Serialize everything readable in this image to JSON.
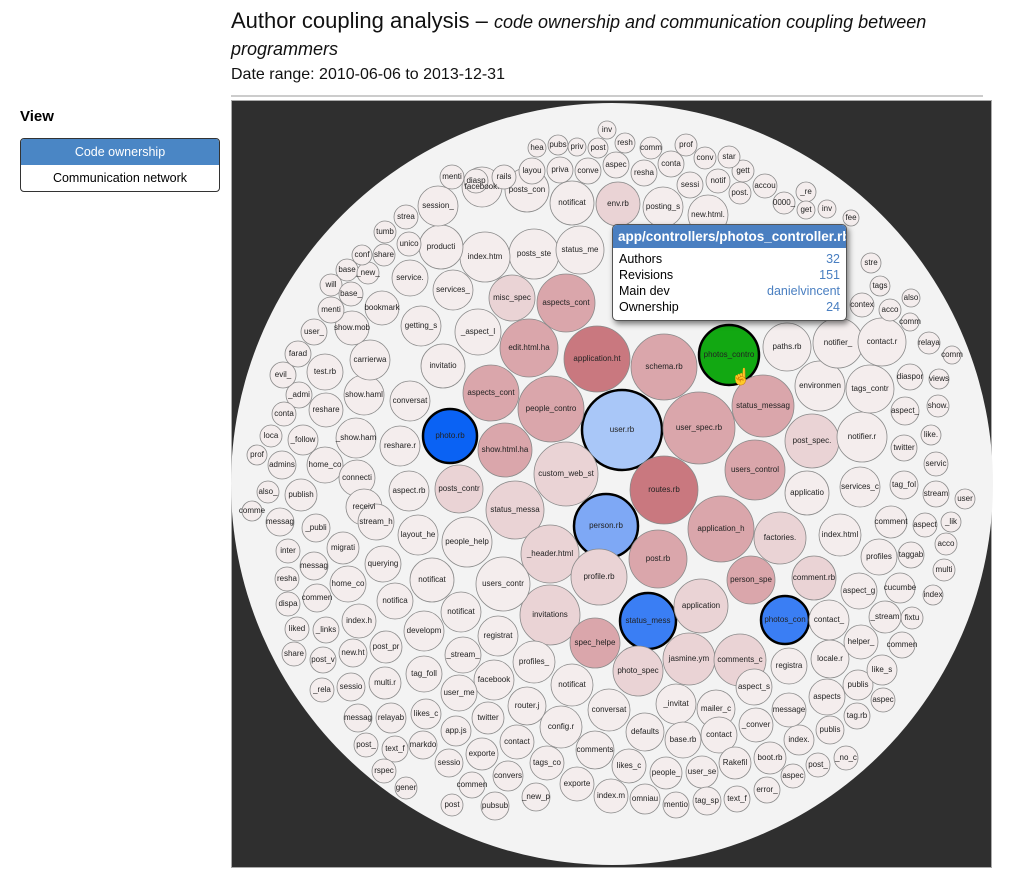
{
  "header": {
    "title": "Author coupling analysis –",
    "subtitle": "code ownership and communication coupling between programmers",
    "date_range": "Date range: 2010-06-06 to 2013-12-31"
  },
  "sidebar": {
    "heading": "View",
    "options": [
      "Code ownership",
      "Communication network"
    ],
    "selected": "Code ownership"
  },
  "tooltip": {
    "file": "app/controllers/photos_controller.rb",
    "rows": [
      {
        "label": "Authors",
        "value": "32"
      },
      {
        "label": "Revisions",
        "value": "151"
      },
      {
        "label": "Main dev",
        "value": "danielvincent"
      },
      {
        "label": "Ownership",
        "value": "24"
      }
    ]
  },
  "colors": {
    "level0": "#f4eded",
    "level1": "#ead3d5",
    "level2": "#daa6ab",
    "level3": "#c9787f",
    "highlight_light": "#a9c7f8",
    "highlight_mid": "#7ea8f5",
    "highlight_strong": "#3a7ef4",
    "highlight_dark": "#0a62f4",
    "selected": "#12a812",
    "tooltip_header": "#4a7fc1"
  },
  "files": [
    {
      "name": "user.rb",
      "level": "highlight_light"
    },
    {
      "name": "custom_web_st",
      "level": 1
    },
    {
      "name": "routes.rb",
      "level": 3
    },
    {
      "name": "user_spec.rb",
      "level": 2
    },
    {
      "name": "people_contro",
      "level": 2
    },
    {
      "name": "application.ht",
      "level": 3
    },
    {
      "name": "schema.rb",
      "level": 2
    },
    {
      "name": "photos_contro",
      "level": "selected"
    },
    {
      "name": "aspects_cont",
      "level": 2
    },
    {
      "name": "person.rb",
      "level": "highlight_mid"
    },
    {
      "name": "post.rb",
      "level": 2
    },
    {
      "name": "application_h",
      "level": 2
    },
    {
      "name": "status_messa",
      "level": 1
    },
    {
      "name": "_header.html",
      "level": 1
    },
    {
      "name": "profile.rb",
      "level": 1
    },
    {
      "name": "status_mess",
      "level": "highlight_strong"
    },
    {
      "name": "application",
      "level": 1
    },
    {
      "name": "photos_con",
      "level": "highlight_strong"
    },
    {
      "name": "invitations",
      "level": 1
    },
    {
      "name": "spec_helpe",
      "level": 2
    },
    {
      "name": "photo_spec",
      "level": 1
    },
    {
      "name": "jasmine.ym",
      "level": 1
    },
    {
      "name": "comments_c",
      "level": 1
    },
    {
      "name": "person_spe",
      "level": 2
    },
    {
      "name": "factories.",
      "level": 1
    },
    {
      "name": "users_control",
      "level": 2
    },
    {
      "name": "status_messag",
      "level": 2
    },
    {
      "name": "environmen",
      "level": 0
    },
    {
      "name": "post_spec.",
      "level": 1
    },
    {
      "name": "notifier.r",
      "level": 0
    },
    {
      "name": "tags_contr",
      "level": 0
    },
    {
      "name": "paths.rb",
      "level": 0
    },
    {
      "name": "notifier_",
      "level": 0
    },
    {
      "name": "contact.r",
      "level": 0
    },
    {
      "name": "show.html.ha",
      "level": 2
    },
    {
      "name": "photo.rb",
      "level": "highlight_dark"
    },
    {
      "name": "edit.html.ha",
      "level": 2
    },
    {
      "name": "aspects_cont",
      "level": 2
    },
    {
      "name": "misc_spec",
      "level": 1
    },
    {
      "name": "_aspect_l",
      "level": 0
    },
    {
      "name": "posts_ste",
      "level": 0
    },
    {
      "name": "status_me",
      "level": 0
    },
    {
      "name": "index.htm",
      "level": 0
    },
    {
      "name": "producti",
      "level": 0
    },
    {
      "name": "session_",
      "level": 0
    },
    {
      "name": "facebook.",
      "level": 0
    },
    {
      "name": "posts_con",
      "level": 0
    },
    {
      "name": "notificat",
      "level": 0
    },
    {
      "name": "env.rb",
      "level": 1
    },
    {
      "name": "posting_s",
      "level": 0
    },
    {
      "name": "new.html.",
      "level": 0
    },
    {
      "name": "invitatio",
      "level": 0
    },
    {
      "name": "getting_s",
      "level": 0
    },
    {
      "name": "conversat",
      "level": 0
    },
    {
      "name": "reshare.r",
      "level": 0
    },
    {
      "name": "show.haml",
      "level": 0
    },
    {
      "name": "carrierwa",
      "level": 0
    },
    {
      "name": "_show.ham",
      "level": 0
    },
    {
      "name": "show.mob",
      "level": 0
    },
    {
      "name": "bookmark",
      "level": 0
    },
    {
      "name": "service.",
      "level": 0
    },
    {
      "name": "services_",
      "level": 0
    },
    {
      "name": "test.rb",
      "level": 0
    },
    {
      "name": "_admi",
      "level": 0
    },
    {
      "name": "evil_",
      "level": 0
    },
    {
      "name": "farad",
      "level": 0
    },
    {
      "name": "user_",
      "level": 0
    },
    {
      "name": "menti",
      "level": 0
    },
    {
      "name": "will",
      "level": 0
    },
    {
      "name": "base",
      "level": 0
    },
    {
      "name": "base_",
      "level": 0
    },
    {
      "name": "_new_",
      "level": 0
    },
    {
      "name": "conf",
      "level": 0
    },
    {
      "name": "share",
      "level": 0
    },
    {
      "name": "unico",
      "level": 0
    },
    {
      "name": "tumb",
      "level": 0
    },
    {
      "name": "strea",
      "level": 0
    },
    {
      "name": "menti",
      "level": 0
    },
    {
      "name": "diasp",
      "level": 0
    },
    {
      "name": "rails",
      "level": 0
    },
    {
      "name": "layou",
      "level": 0
    },
    {
      "name": "priva",
      "level": 0
    },
    {
      "name": "conve",
      "level": 0
    },
    {
      "name": "aspec",
      "level": 0
    },
    {
      "name": "resha",
      "level": 0
    },
    {
      "name": "conta",
      "level": 0
    },
    {
      "name": "sessi",
      "level": 0
    },
    {
      "name": "notif",
      "level": 0
    },
    {
      "name": "gett",
      "level": 0
    },
    {
      "name": "accou",
      "level": 0
    },
    {
      "name": "post.",
      "level": 0
    },
    {
      "name": "_re",
      "level": 0
    },
    {
      "name": "0000_",
      "level": 0
    },
    {
      "name": "get",
      "level": 0
    },
    {
      "name": "inv",
      "level": 0
    },
    {
      "name": "fee",
      "level": 0
    },
    {
      "name": "hea",
      "level": 0
    },
    {
      "name": "pubs",
      "level": 0
    },
    {
      "name": "priv",
      "level": 0
    },
    {
      "name": "post",
      "level": 0
    },
    {
      "name": "inv",
      "level": 0
    },
    {
      "name": "resh",
      "level": 0
    },
    {
      "name": "comm",
      "level": 0
    },
    {
      "name": "prof",
      "level": 0
    },
    {
      "name": "conv",
      "level": 0
    },
    {
      "name": "star",
      "level": 0
    },
    {
      "name": "reshare",
      "level": 0
    },
    {
      "name": "conta",
      "level": 0
    },
    {
      "name": "loca",
      "level": 0
    },
    {
      "name": "_follow",
      "level": 0
    },
    {
      "name": "prof",
      "level": 0
    },
    {
      "name": "admins",
      "level": 0
    },
    {
      "name": "home_co",
      "level": 0
    },
    {
      "name": "connecti",
      "level": 0
    },
    {
      "name": "aspect.rb",
      "level": 0
    },
    {
      "name": "posts_contr",
      "level": 1
    },
    {
      "name": "also_",
      "level": 0
    },
    {
      "name": "publish",
      "level": 0
    },
    {
      "name": "receivi",
      "level": 0
    },
    {
      "name": "comme",
      "level": 0
    },
    {
      "name": "messag",
      "level": 0
    },
    {
      "name": "stream_h",
      "level": 0
    },
    {
      "name": "layout_he",
      "level": 0
    },
    {
      "name": "people_help",
      "level": 0
    },
    {
      "name": "_publi",
      "level": 0
    },
    {
      "name": "inter",
      "level": 0
    },
    {
      "name": "migrati",
      "level": 0
    },
    {
      "name": "querying",
      "level": 0
    },
    {
      "name": "messag",
      "level": 0
    },
    {
      "name": "notificat",
      "level": 0
    },
    {
      "name": "users_contr",
      "level": 0
    },
    {
      "name": "resha",
      "level": 0
    },
    {
      "name": "home_co",
      "level": 0
    },
    {
      "name": "dispa",
      "level": 0
    },
    {
      "name": "commen",
      "level": 0
    },
    {
      "name": "notifica",
      "level": 0
    },
    {
      "name": "notificat",
      "level": 0
    },
    {
      "name": "index.h",
      "level": 0
    },
    {
      "name": "developm",
      "level": 0
    },
    {
      "name": "registrat",
      "level": 0
    },
    {
      "name": "liked",
      "level": 0
    },
    {
      "name": "_links",
      "level": 0
    },
    {
      "name": "profiles_",
      "level": 0
    },
    {
      "name": "_stream_",
      "level": 0
    },
    {
      "name": "post_pr",
      "level": 0
    },
    {
      "name": "new.ht",
      "level": 0
    },
    {
      "name": "share",
      "level": 0
    },
    {
      "name": "post_v",
      "level": 0
    },
    {
      "name": "tag_foll",
      "level": 0
    },
    {
      "name": "facebook",
      "level": 0
    },
    {
      "name": "multi.r",
      "level": 0
    },
    {
      "name": "_rela",
      "level": 0
    },
    {
      "name": "sessio",
      "level": 0
    },
    {
      "name": "user_me",
      "level": 0
    },
    {
      "name": "notificat",
      "level": 0
    },
    {
      "name": "router.j",
      "level": 0
    },
    {
      "name": "conversat",
      "level": 0
    },
    {
      "name": "_invitat",
      "level": 0
    },
    {
      "name": "mailer_c",
      "level": 0
    },
    {
      "name": "messag",
      "level": 0
    },
    {
      "name": "relayab",
      "level": 0
    },
    {
      "name": "likes_c",
      "level": 0
    },
    {
      "name": "twitter",
      "level": 0
    },
    {
      "name": "app.js",
      "level": 0
    },
    {
      "name": "config.r",
      "level": 0
    },
    {
      "name": "defaults",
      "level": 0
    },
    {
      "name": "base.rb",
      "level": 0
    },
    {
      "name": "contact",
      "level": 0
    },
    {
      "name": "_conver",
      "level": 0
    },
    {
      "name": "post_",
      "level": 0
    },
    {
      "name": "text_f",
      "level": 0
    },
    {
      "name": "markdo",
      "level": 0
    },
    {
      "name": "contact",
      "level": 0
    },
    {
      "name": "comments",
      "level": 0
    },
    {
      "name": "sessio",
      "level": 0
    },
    {
      "name": "exporte",
      "level": 0
    },
    {
      "name": "rspec",
      "level": 0
    },
    {
      "name": "gener",
      "level": 0
    },
    {
      "name": "post",
      "level": 0
    },
    {
      "name": "commen",
      "level": 0
    },
    {
      "name": "convers",
      "level": 0
    },
    {
      "name": "tags_co",
      "level": 0
    },
    {
      "name": "likes_c",
      "level": 0
    },
    {
      "name": "people_",
      "level": 0
    },
    {
      "name": "user_se",
      "level": 0
    },
    {
      "name": "Rakefil",
      "level": 0
    },
    {
      "name": "boot.rb",
      "level": 0
    },
    {
      "name": "index.",
      "level": 0
    },
    {
      "name": "exporte",
      "level": 0
    },
    {
      "name": "index.m",
      "level": 0
    },
    {
      "name": "pubsub",
      "level": 0
    },
    {
      "name": "_new_p",
      "level": 0
    },
    {
      "name": "omniau",
      "level": 0
    },
    {
      "name": "mentio",
      "level": 0
    },
    {
      "name": "tag_sp",
      "level": 0
    },
    {
      "name": "text_f",
      "level": 0
    },
    {
      "name": "error_",
      "level": 0
    },
    {
      "name": "aspec",
      "level": 0
    },
    {
      "name": "post_",
      "level": 0
    },
    {
      "name": "_no_c",
      "level": 0
    },
    {
      "name": "publis",
      "level": 0
    },
    {
      "name": "message",
      "level": 0
    },
    {
      "name": "aspect_s",
      "level": 0
    },
    {
      "name": "registra",
      "level": 0
    },
    {
      "name": "locale.r",
      "level": 0
    },
    {
      "name": "contact_",
      "level": 0
    },
    {
      "name": "helper_",
      "level": 0
    },
    {
      "name": "publis",
      "level": 0
    },
    {
      "name": "aspects",
      "level": 0
    },
    {
      "name": "tag.rb",
      "level": 0
    },
    {
      "name": "aspec",
      "level": 0
    },
    {
      "name": "like_s",
      "level": 0
    },
    {
      "name": "commen",
      "level": 0
    },
    {
      "name": "fixtu",
      "level": 0
    },
    {
      "name": "_stream",
      "level": 0
    },
    {
      "name": "index",
      "level": 0
    },
    {
      "name": "aspect_g",
      "level": 0
    },
    {
      "name": "cucumbe",
      "level": 0
    },
    {
      "name": "comment.rb",
      "level": 1
    },
    {
      "name": "profiles",
      "level": 0
    },
    {
      "name": "taggab",
      "level": 0
    },
    {
      "name": "multi",
      "level": 0
    },
    {
      "name": "acco",
      "level": 0
    },
    {
      "name": "aspect",
      "level": 0
    },
    {
      "name": "_lik",
      "level": 0
    },
    {
      "name": "comment",
      "level": 0
    },
    {
      "name": "index.html",
      "level": 0
    },
    {
      "name": "stream",
      "level": 0
    },
    {
      "name": "user",
      "level": 0
    },
    {
      "name": "tag_fol",
      "level": 0
    },
    {
      "name": "services_c",
      "level": 0
    },
    {
      "name": "applicatio",
      "level": 0
    },
    {
      "name": "servic",
      "level": 0
    },
    {
      "name": "twitter",
      "level": 0
    },
    {
      "name": "like.",
      "level": 0
    },
    {
      "name": "show.",
      "level": 0
    },
    {
      "name": "aspect_",
      "level": 0
    },
    {
      "name": "diaspor",
      "level": 0
    },
    {
      "name": "views",
      "level": 0
    },
    {
      "name": "comm",
      "level": 0
    },
    {
      "name": "relaya",
      "level": 0
    },
    {
      "name": "comm",
      "level": 0
    },
    {
      "name": "also",
      "level": 0
    },
    {
      "name": "tags",
      "level": 0
    },
    {
      "name": "acco",
      "level": 0
    },
    {
      "name": "contex",
      "level": 0
    },
    {
      "name": "stre",
      "level": 0
    }
  ]
}
